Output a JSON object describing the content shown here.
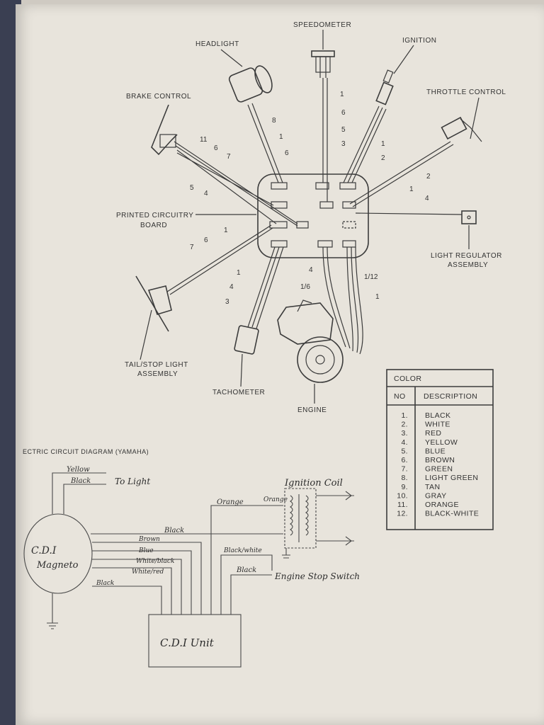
{
  "top_diagram": {
    "components": {
      "speedometer": "SPEEDOMETER",
      "headlight": "HEADLIGHT",
      "ignition": "IGNITION",
      "brake_control": "BRAKE CONTROL",
      "throttle_control": "THROTTLE CONTROL",
      "pcb_line1": "PRINTED CIRCUITRY",
      "pcb_line2": "BOARD",
      "light_regulator_line1": "LIGHT REGULATOR",
      "light_regulator_line2": "ASSEMBLY",
      "tail_stop_line1": "TAIL/STOP LIGHT",
      "tail_stop_line2": "ASSEMBLY",
      "tachometer": "TACHOMETER",
      "engine": "ENGINE"
    },
    "wire_numbers": {
      "headlight": [
        "8",
        "1",
        "6"
      ],
      "speedometer": [
        "1",
        "6"
      ],
      "ignition": [
        "5",
        "3",
        "1",
        "2"
      ],
      "brake": [
        "11",
        "6",
        "7",
        "5",
        "4"
      ],
      "throttle": [
        "2",
        "1"
      ],
      "regulator": [
        "4"
      ],
      "tail": [
        "1",
        "6",
        "7"
      ],
      "tach": [
        "1",
        "4",
        "3"
      ],
      "engine": [
        "4",
        "1/6",
        "1/12",
        "1"
      ]
    }
  },
  "color_table": {
    "title": "COLOR",
    "col_no": "NO",
    "col_desc": "DESCRIPTION",
    "rows": [
      {
        "no": "1.",
        "desc": "BLACK"
      },
      {
        "no": "2.",
        "desc": "WHITE"
      },
      {
        "no": "3.",
        "desc": "RED"
      },
      {
        "no": "4.",
        "desc": "YELLOW"
      },
      {
        "no": "5.",
        "desc": "BLUE"
      },
      {
        "no": "6.",
        "desc": "BROWN"
      },
      {
        "no": "7.",
        "desc": "GREEN"
      },
      {
        "no": "8.",
        "desc": "LIGHT GREEN"
      },
      {
        "no": "9.",
        "desc": "TAN"
      },
      {
        "no": "10.",
        "desc": "GRAY"
      },
      {
        "no": "11.",
        "desc": "ORANGE"
      },
      {
        "no": "12.",
        "desc": "BLACK-WHITE"
      }
    ]
  },
  "bottom_diagram": {
    "title": "ECTRIC CIRCUIT DIAGRAM (YAMAHA)",
    "magneto_line1": "C.D.I",
    "magneto_line2": "Magneto",
    "cdi_unit": "C.D.I Unit",
    "ignition_coil": "Ignition Coil",
    "engine_stop_switch": "Engine Stop Switch",
    "to_light": "To Light",
    "wires": {
      "yellow": "Yellow",
      "black_top": "Black",
      "black_mid": "Black",
      "brown": "Brown",
      "blue": "Blue",
      "white_black": "White/black",
      "white_red": "White/red",
      "black_low": "Black",
      "orange_left": "Orange",
      "orange_right": "Orange",
      "black_white": "Black/white",
      "black_switch": "Black"
    }
  }
}
